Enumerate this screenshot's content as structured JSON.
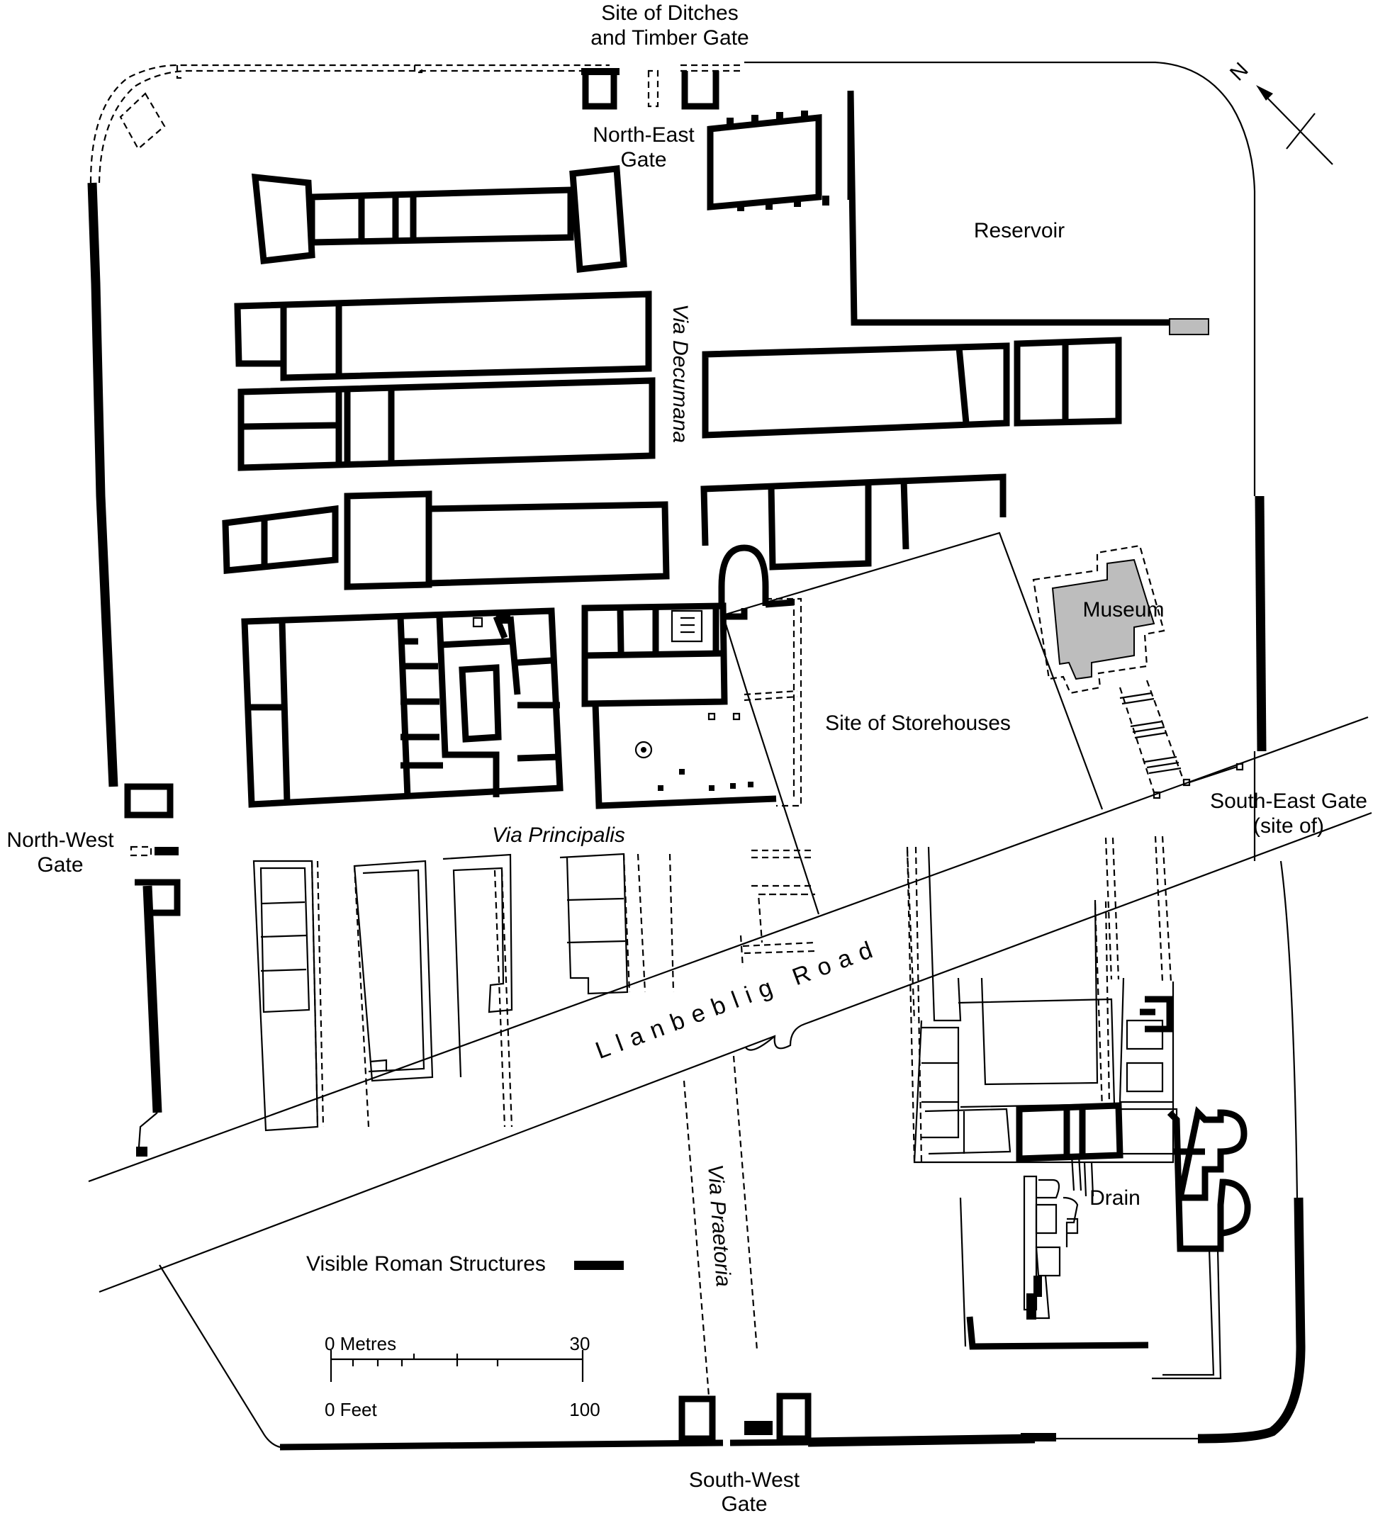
{
  "title": "",
  "labels": {
    "site_of_ditches_line1": "Site of Ditches",
    "site_of_ditches_line2": "and Timber Gate",
    "north_east_gate_line1": "North-East",
    "north_east_gate_line2": "Gate",
    "reservoir": "Reservoir",
    "via_decumana": "Via Decumana",
    "museum": "Museum",
    "site_of_storehouses": "Site of Storehouses",
    "south_east_gate_line1": "South-East Gate",
    "south_east_gate_line2": "(site of)",
    "north_west_gate_line1": "North-West",
    "north_west_gate_line2": "Gate",
    "via_principalis": "Via Principalis",
    "llanbeblig_road": "Llanbeblig Road",
    "drain": "Drain",
    "via_praetoria": "Via Praetoria",
    "south_west_gate_line1": "South-West",
    "south_west_gate_line2": "Gate",
    "north_arrow": "N"
  },
  "legend": {
    "visible_roman_structures": "Visible Roman Structures"
  },
  "scale_bar": {
    "metres_start": "0 Metres",
    "metres_end": "30",
    "feet_start": "0 Feet",
    "feet_end": "100"
  },
  "colors": {
    "ink": "#000000",
    "museum_fill": "#bdbdbd",
    "background": "#ffffff"
  }
}
